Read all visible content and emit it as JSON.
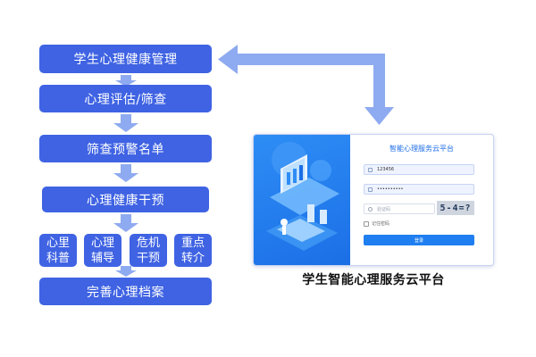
{
  "flow": {
    "step1": "学生心理健康管理",
    "step2": "心理评估/筛查",
    "step3": "筛查预警名单",
    "step4": "心理健康干预",
    "interventions": [
      {
        "line1": "心里",
        "line2": "科普"
      },
      {
        "line1": "心理",
        "line2": "辅导"
      },
      {
        "line1": "危机",
        "line2": "干预"
      },
      {
        "line1": "重点",
        "line2": "转介"
      }
    ],
    "step5": "完善心理档案"
  },
  "login": {
    "title": "智能心理服务云平台",
    "username_value": "123456",
    "password_value": "••••••••••",
    "captcha_placeholder": "验证码",
    "captcha_text": "5-4=?",
    "remember_label": "记住密码",
    "login_button": "登录"
  },
  "caption": "学生智能心理服务云平台",
  "colors": {
    "box": "#3f63e3",
    "arrow": "#8eaaf0",
    "accent": "#1f7ef0"
  }
}
